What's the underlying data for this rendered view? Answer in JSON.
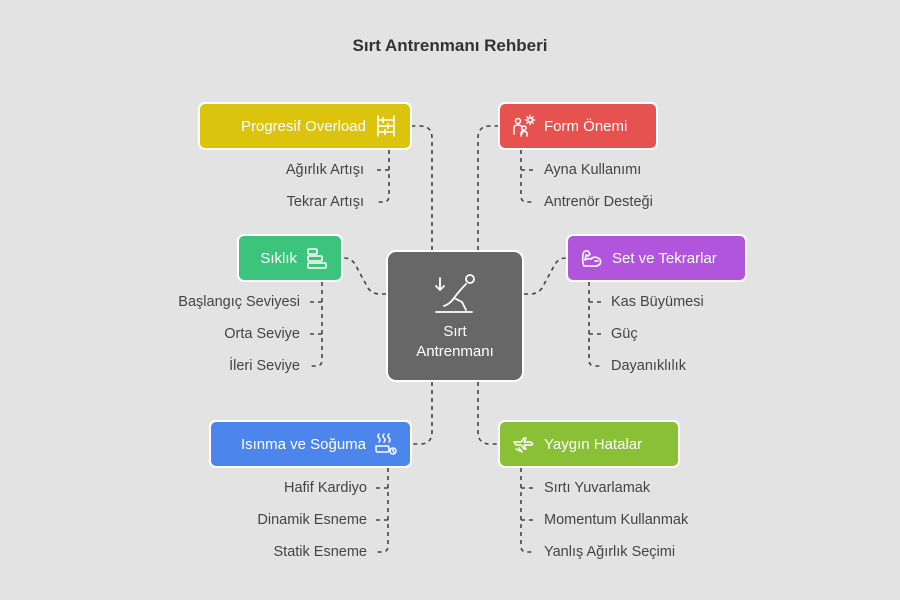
{
  "title": "Sırt Antrenmanı Rehberi",
  "center": {
    "label_line1": "Sırt",
    "label_line2": "Antrenmanı",
    "icon": "exercise-figure-icon"
  },
  "topics": [
    {
      "label": "Progresif Overload",
      "icon": "abacus-icon",
      "color": "#dcc30e",
      "items": [
        "Ağırlık Artışı",
        "Tekrar Artışı"
      ]
    },
    {
      "label": "Form Önemi",
      "icon": "people-gear-icon",
      "color": "#e6524f",
      "items": [
        "Ayna Kullanımı",
        "Antrenör Desteği"
      ]
    },
    {
      "label": "Sıklık",
      "icon": "bar-list-icon",
      "color": "#3cc47c",
      "items": [
        "Başlangıç Seviyesi",
        "Orta Seviye",
        "İleri Seviye"
      ]
    },
    {
      "label": "Set ve Tekrarlar",
      "icon": "flexed-arm-icon",
      "color": "#b155dd",
      "items": [
        "Kas Büyümesi",
        "Güç",
        "Dayanıklılık"
      ]
    },
    {
      "label": "Isınma ve Soğuma",
      "icon": "heat-waves-icon",
      "color": "#4c86ec",
      "items": [
        "Hafif Kardiyo",
        "Dinamik Esneme",
        "Statik Esneme"
      ]
    },
    {
      "label": "Yaygın Hatalar",
      "icon": "broken-plane-icon",
      "color": "#8ac035",
      "items": [
        "Sırtı Yuvarlamak",
        "Momentum Kullanmak",
        "Yanlış Ağırlık Seçimi"
      ]
    }
  ]
}
